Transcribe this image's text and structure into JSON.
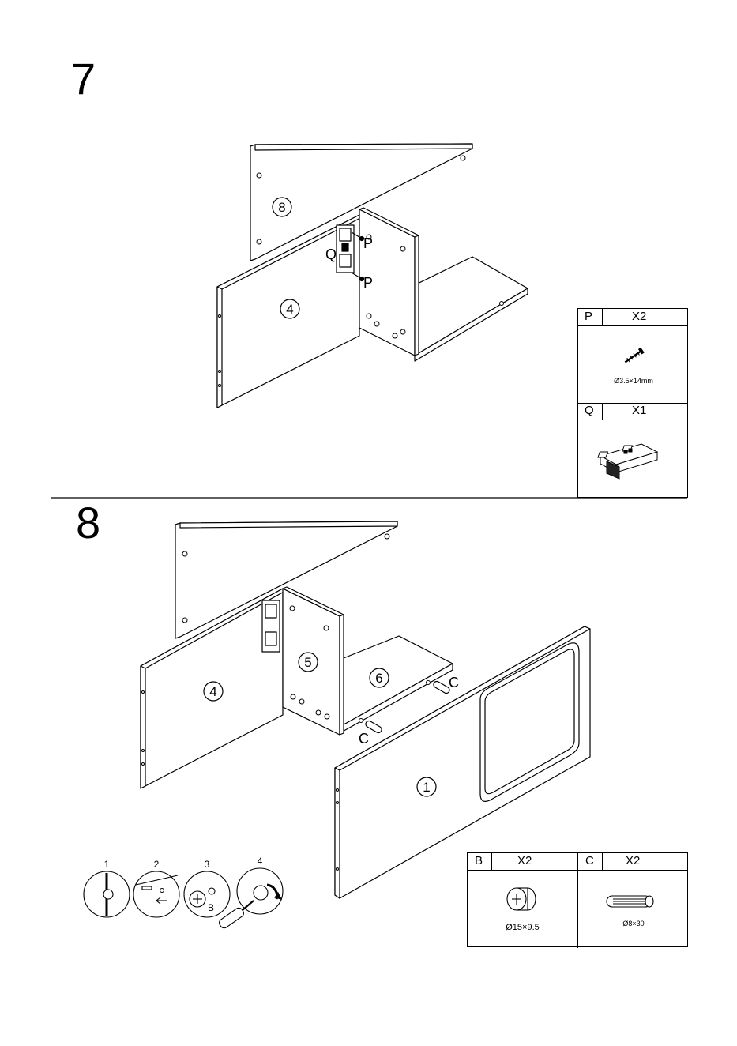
{
  "steps": {
    "step7": {
      "number": "7",
      "part_labels": [
        "8",
        "4"
      ],
      "hardware_labels": {
        "q": "Q",
        "p1": "P",
        "p2": "P"
      }
    },
    "step8": {
      "number": "8",
      "part_labels": [
        "4",
        "5",
        "6",
        "1"
      ],
      "hardware_labels": {
        "c1": "C",
        "c2": "C"
      },
      "mini_steps": [
        "1",
        "2",
        "3",
        "4"
      ],
      "mini_step3_label": "B"
    }
  },
  "hardware_tables": {
    "step7_p": {
      "code": "P",
      "qty": "X2",
      "spec": "Ø3.5×14mm",
      "icon": "screw-icon"
    },
    "step7_q": {
      "code": "Q",
      "qty": "X1",
      "icon": "power-outlet-icon"
    },
    "step8_b": {
      "code": "B",
      "qty": "X2",
      "spec": "Ø15×9.5",
      "icon": "cam-lock-icon"
    },
    "step8_c": {
      "code": "C",
      "qty": "X2",
      "spec": "Ø8×30",
      "icon": "wooden-dowel-icon"
    }
  }
}
